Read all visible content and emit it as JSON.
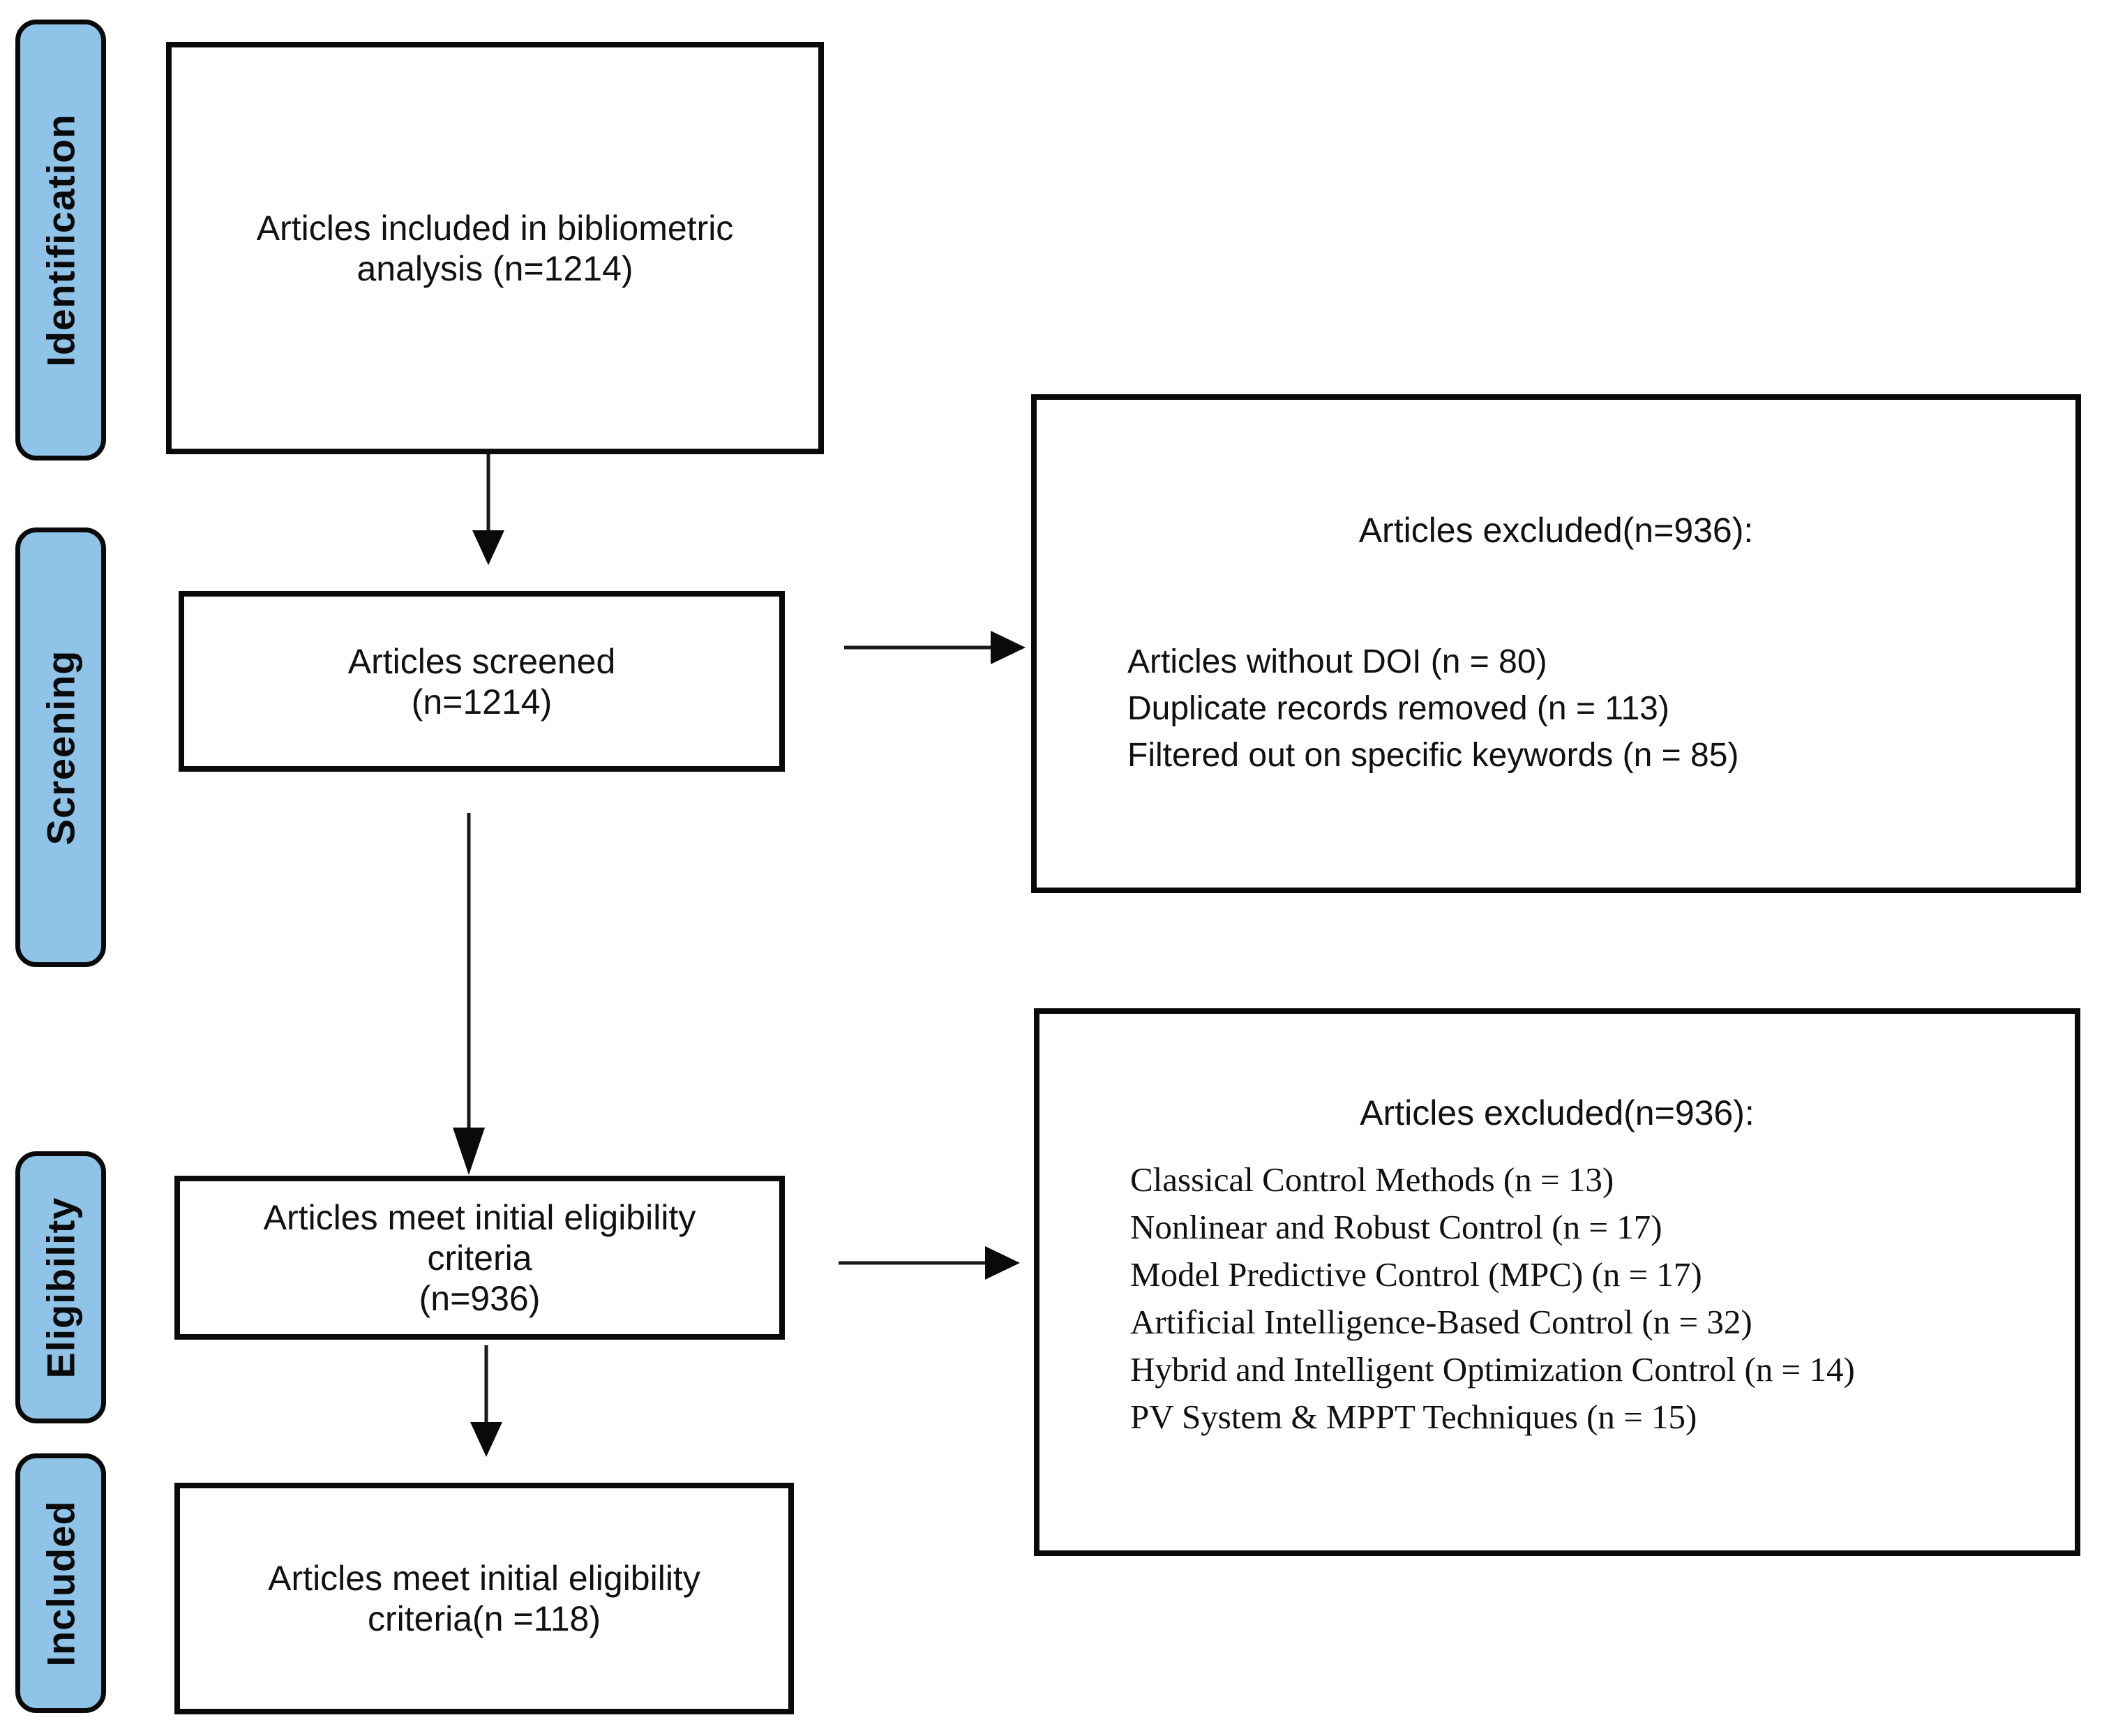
{
  "colors": {
    "stage_fill": "#8FC4E8",
    "line": "#111111",
    "background": "#FFFFFF"
  },
  "stages": [
    {
      "label": "Identification"
    },
    {
      "label": "Screening"
    },
    {
      "label": "Eligibility"
    },
    {
      "label": "Included"
    }
  ],
  "flow_boxes": [
    {
      "lines": [
        "Articles included in bibliometric",
        "analysis (n=1214)"
      ]
    },
    {
      "lines": [
        "Articles screened",
        "(n=1214)"
      ]
    },
    {
      "lines": [
        "Articles meet initial eligibility",
        "criteria",
        "(n=936)"
      ]
    },
    {
      "lines": [
        "Articles meet initial eligibility",
        "criteria(n =118)"
      ]
    }
  ],
  "exclusion_boxes": [
    {
      "title": "Articles excluded(n=936):",
      "items": [
        "Articles without DOI (n = 80)",
        "Duplicate records removed (n = 113)",
        "Filtered out on specific keywords (n = 85)"
      ]
    },
    {
      "title": "Articles excluded(n=936):",
      "items": [
        "Classical Control Methods (n = 13)",
        "Nonlinear and Robust Control (n = 17)",
        "Model Predictive Control (MPC) (n = 17)",
        "Artificial Intelligence-Based Control (n = 32)",
        "Hybrid and Intelligent Optimization Control (n = 14)",
        "PV System & MPPT Techniques (n = 15)"
      ]
    }
  ]
}
